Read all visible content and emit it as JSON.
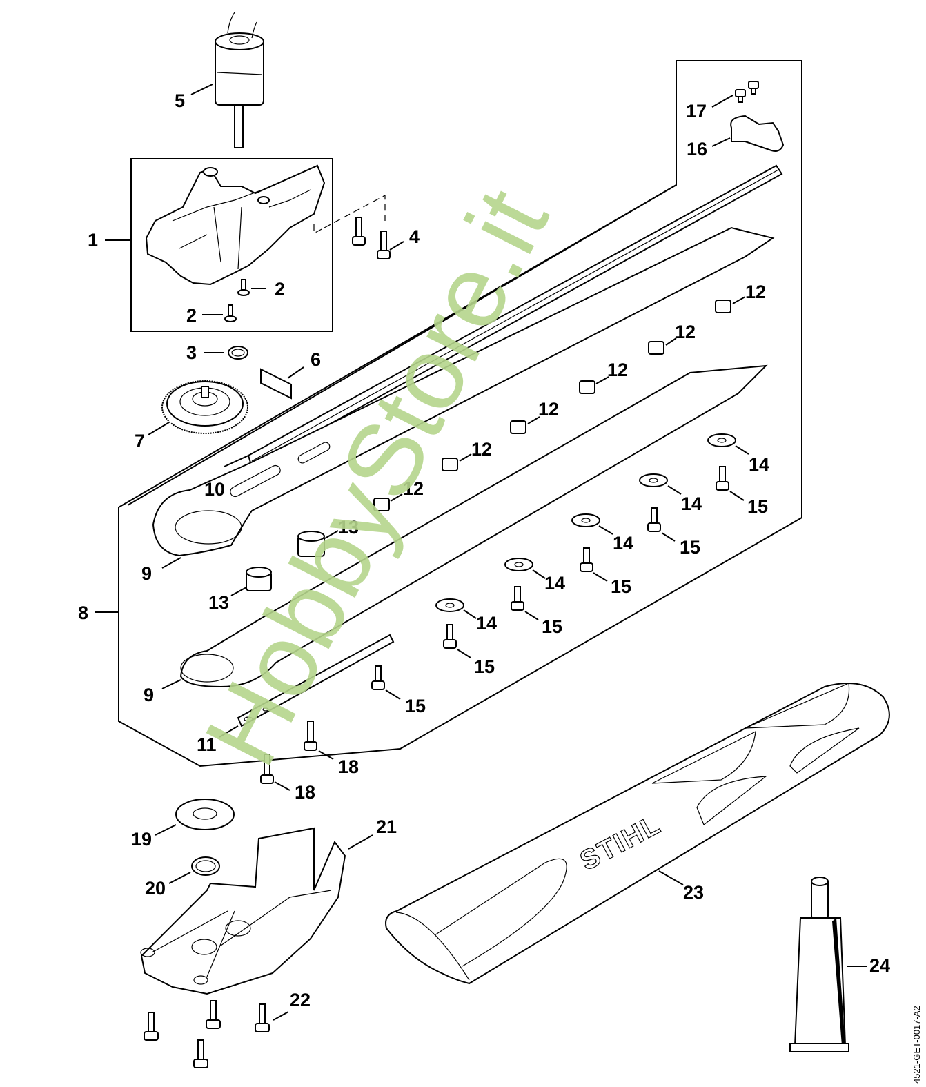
{
  "diagram": {
    "type": "exploded-parts-diagram",
    "brand_on_part": "STIHL",
    "watermark": {
      "text": "HobbyStore.it",
      "color": "#b5d58c"
    },
    "drawing_code": "4521-GET-0017-A2",
    "callouts": [
      {
        "id": "c1",
        "number": "1",
        "part": "gear-housing"
      },
      {
        "id": "c2a",
        "number": "2",
        "part": "housing-screw"
      },
      {
        "id": "c2b",
        "number": "2",
        "part": "housing-screw"
      },
      {
        "id": "c3",
        "number": "3",
        "part": "circlip"
      },
      {
        "id": "c4",
        "number": "4",
        "part": "screw"
      },
      {
        "id": "c5",
        "number": "5",
        "part": "electric-motor"
      },
      {
        "id": "c6",
        "number": "6",
        "part": "label-plate"
      },
      {
        "id": "c7",
        "number": "7",
        "part": "gear-wheel"
      },
      {
        "id": "c8",
        "number": "8",
        "part": "blade-assembly"
      },
      {
        "id": "c9a",
        "number": "9",
        "part": "cutting-blade"
      },
      {
        "id": "c9b",
        "number": "9",
        "part": "cutting-blade"
      },
      {
        "id": "c10",
        "number": "10",
        "part": "blade-guard-rail"
      },
      {
        "id": "c11",
        "number": "11",
        "part": "blade-support-plate"
      },
      {
        "id": "c12a",
        "number": "12",
        "part": "spacer-sleeve"
      },
      {
        "id": "c12b",
        "number": "12",
        "part": "spacer-sleeve"
      },
      {
        "id": "c12c",
        "number": "12",
        "part": "spacer-sleeve"
      },
      {
        "id": "c12d",
        "number": "12",
        "part": "spacer-sleeve"
      },
      {
        "id": "c12e",
        "number": "12",
        "part": "spacer-sleeve"
      },
      {
        "id": "c12f",
        "number": "12",
        "part": "spacer-sleeve"
      },
      {
        "id": "c13a",
        "number": "13",
        "part": "sleeve"
      },
      {
        "id": "c13b",
        "number": "13",
        "part": "sleeve"
      },
      {
        "id": "c14a",
        "number": "14",
        "part": "washer"
      },
      {
        "id": "c14b",
        "number": "14",
        "part": "washer"
      },
      {
        "id": "c14c",
        "number": "14",
        "part": "washer"
      },
      {
        "id": "c14d",
        "number": "14",
        "part": "washer"
      },
      {
        "id": "c14e",
        "number": "14",
        "part": "washer"
      },
      {
        "id": "c15a",
        "number": "15",
        "part": "collar-screw"
      },
      {
        "id": "c15b",
        "number": "15",
        "part": "collar-screw"
      },
      {
        "id": "c15c",
        "number": "15",
        "part": "collar-screw"
      },
      {
        "id": "c15d",
        "number": "15",
        "part": "collar-screw"
      },
      {
        "id": "c15e",
        "number": "15",
        "part": "collar-screw"
      },
      {
        "id": "c15f",
        "number": "15",
        "part": "collar-screw"
      },
      {
        "id": "c16",
        "number": "16",
        "part": "blade-tip-guard"
      },
      {
        "id": "c17",
        "number": "17",
        "part": "screw"
      },
      {
        "id": "c18a",
        "number": "18",
        "part": "screw"
      },
      {
        "id": "c18b",
        "number": "18",
        "part": "screw"
      },
      {
        "id": "c19",
        "number": "19",
        "part": "washer"
      },
      {
        "id": "c20",
        "number": "20",
        "part": "circlip"
      },
      {
        "id": "c21",
        "number": "21",
        "part": "gear-cover"
      },
      {
        "id": "c22",
        "number": "22",
        "part": "cover-screw"
      },
      {
        "id": "c23",
        "number": "23",
        "part": "scabbard"
      },
      {
        "id": "c24",
        "number": "24",
        "part": "grease-tube"
      }
    ]
  }
}
